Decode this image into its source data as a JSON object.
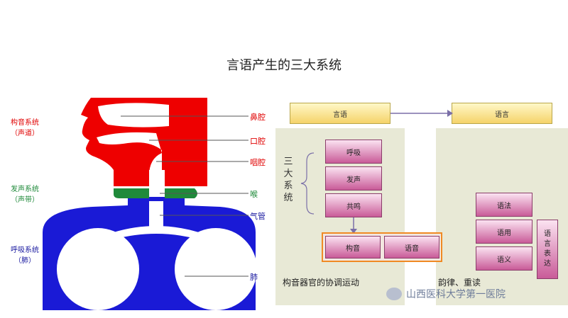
{
  "title": "言语产生的三大系统",
  "left": {
    "systems": [
      {
        "name": "构音系统",
        "sub": "（声道）"
      },
      {
        "name": "发声系统",
        "sub": "（声带）"
      },
      {
        "name": "呼吸系统",
        "sub": "（肺）"
      }
    ],
    "labels": {
      "nasal": "鼻腔",
      "oral": "口腔",
      "pharynx": "咽腔",
      "larynx": "喉",
      "trachea": "气管",
      "lung": "肺"
    }
  },
  "right": {
    "top_left_bar": "言语",
    "top_right_bar": "语言",
    "three_systems_vertical": "三大系统",
    "stack": [
      "呼吸",
      "发声",
      "共鸣"
    ],
    "bottom_row": [
      "构音",
      "语音"
    ],
    "coordination_caption": "构音器官的协调运动",
    "rhythm_caption": "韵律、重读",
    "language_stack": [
      "语法",
      "语用",
      "语义"
    ],
    "language_expression_vertical": "语言表达"
  },
  "watermark": "山西医科大学第一医院",
  "colors": {
    "red": "#ee0000",
    "green": "#1f8a3a",
    "blue": "#1a1ad6"
  }
}
